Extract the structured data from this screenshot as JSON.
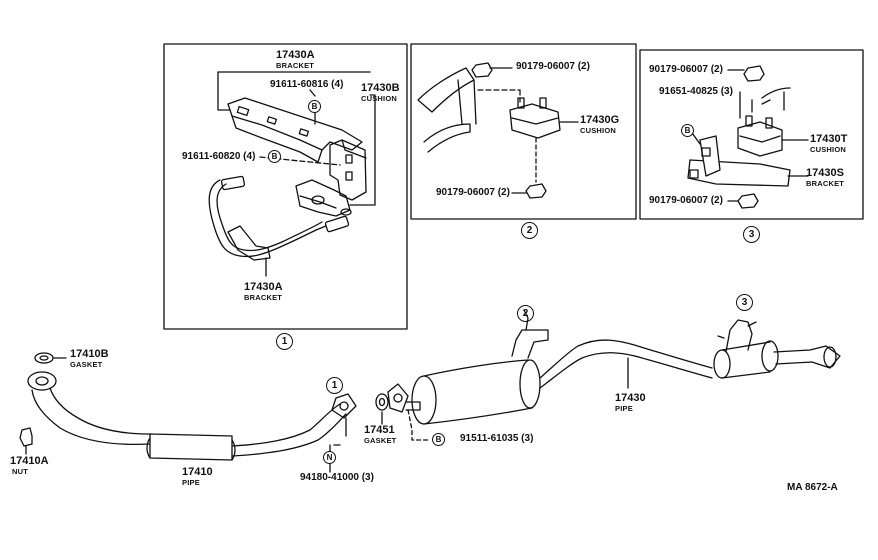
{
  "diagram": {
    "reference": "MA 8672-A",
    "views": [
      "1",
      "2",
      "3"
    ],
    "view1": {
      "bracket_top": {
        "part": "17430A",
        "desc": "BRACKET"
      },
      "cushion": {
        "part": "17430B",
        "desc": "CUSHION"
      },
      "bolt_a": "91611-60816 (4)",
      "bolt_b": "91611-60820 (4)",
      "bracket_bottom": {
        "part": "17430A",
        "desc": "BRACKET"
      }
    },
    "view2": {
      "nut_top": "90179-06007 (2)",
      "cushion": {
        "part": "17430G",
        "desc": "CUSHION"
      },
      "nut_bottom": "90179-06007 (2)"
    },
    "view3": {
      "nut_top": "90179-06007 (2)",
      "bolt": "91651-40825 (3)",
      "cushion": {
        "part": "17430T",
        "desc": "CUSHION"
      },
      "bracket": {
        "part": "17430S",
        "desc": "BRACKET"
      },
      "nut_bottom": "90179-06007 (2)"
    },
    "main": {
      "gasket_front": {
        "part": "17410B",
        "desc": "GASKET"
      },
      "nut": {
        "part": "17410A",
        "desc": "NUT"
      },
      "front_pipe": {
        "part": "17410",
        "desc": "PIPE"
      },
      "gasket_mid": {
        "part": "17451",
        "desc": "GASKET"
      },
      "bolt_mid": "91511-61035 (3)",
      "nut_mid": "94180-41000 (3)",
      "tail_pipe": {
        "part": "17430",
        "desc": "PIPE"
      }
    },
    "marks": {
      "b": "B",
      "n": "N"
    }
  }
}
